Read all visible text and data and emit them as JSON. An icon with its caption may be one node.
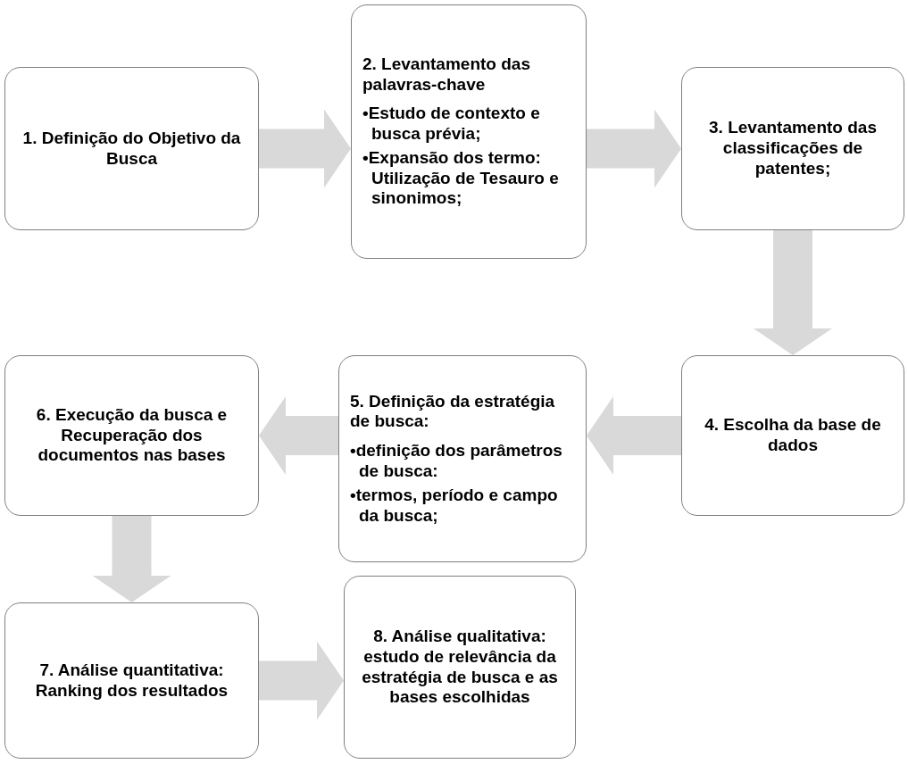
{
  "diagram": {
    "nodes": [
      {
        "text": [
          "1. Definição do Objetivo da Busca"
        ]
      },
      {
        "text": [
          "2. Levantamento das palavras-chave",
          "•Estudo de contexto e busca prévia;",
          "•Expansão dos termo: Utilização de Tesauro e sinonimos;"
        ]
      },
      {
        "text": [
          "3. Levantamento das classificações de patentes;"
        ]
      },
      {
        "text": [
          "4. Escolha da base de dados"
        ]
      },
      {
        "text": [
          "5. Definição da estratégia de busca:",
          "•definição dos parâmetros de busca:",
          "•termos, período e campo da busca;"
        ]
      },
      {
        "text": [
          "6. Execução da busca e Recuperação dos documentos nas bases"
        ]
      },
      {
        "text": [
          "7. Análise quantitativa: Ranking dos resultados"
        ]
      },
      {
        "text": [
          "8. Análise qualitativa: estudo de relevância da estratégia de busca e as bases escolhidas"
        ]
      }
    ],
    "edges": [
      {
        "from": 0,
        "to": 1,
        "arrow": "to"
      },
      {
        "from": 1,
        "to": 2,
        "arrow": "to"
      },
      {
        "from": 2,
        "to": 3,
        "arrow": "to"
      },
      {
        "from": 3,
        "to": 4,
        "arrow": "to"
      },
      {
        "from": 4,
        "to": 5,
        "arrow": "to"
      },
      {
        "from": 5,
        "to": 6,
        "arrow": "to"
      },
      {
        "from": 6,
        "to": 7,
        "arrow": "to"
      }
    ]
  }
}
